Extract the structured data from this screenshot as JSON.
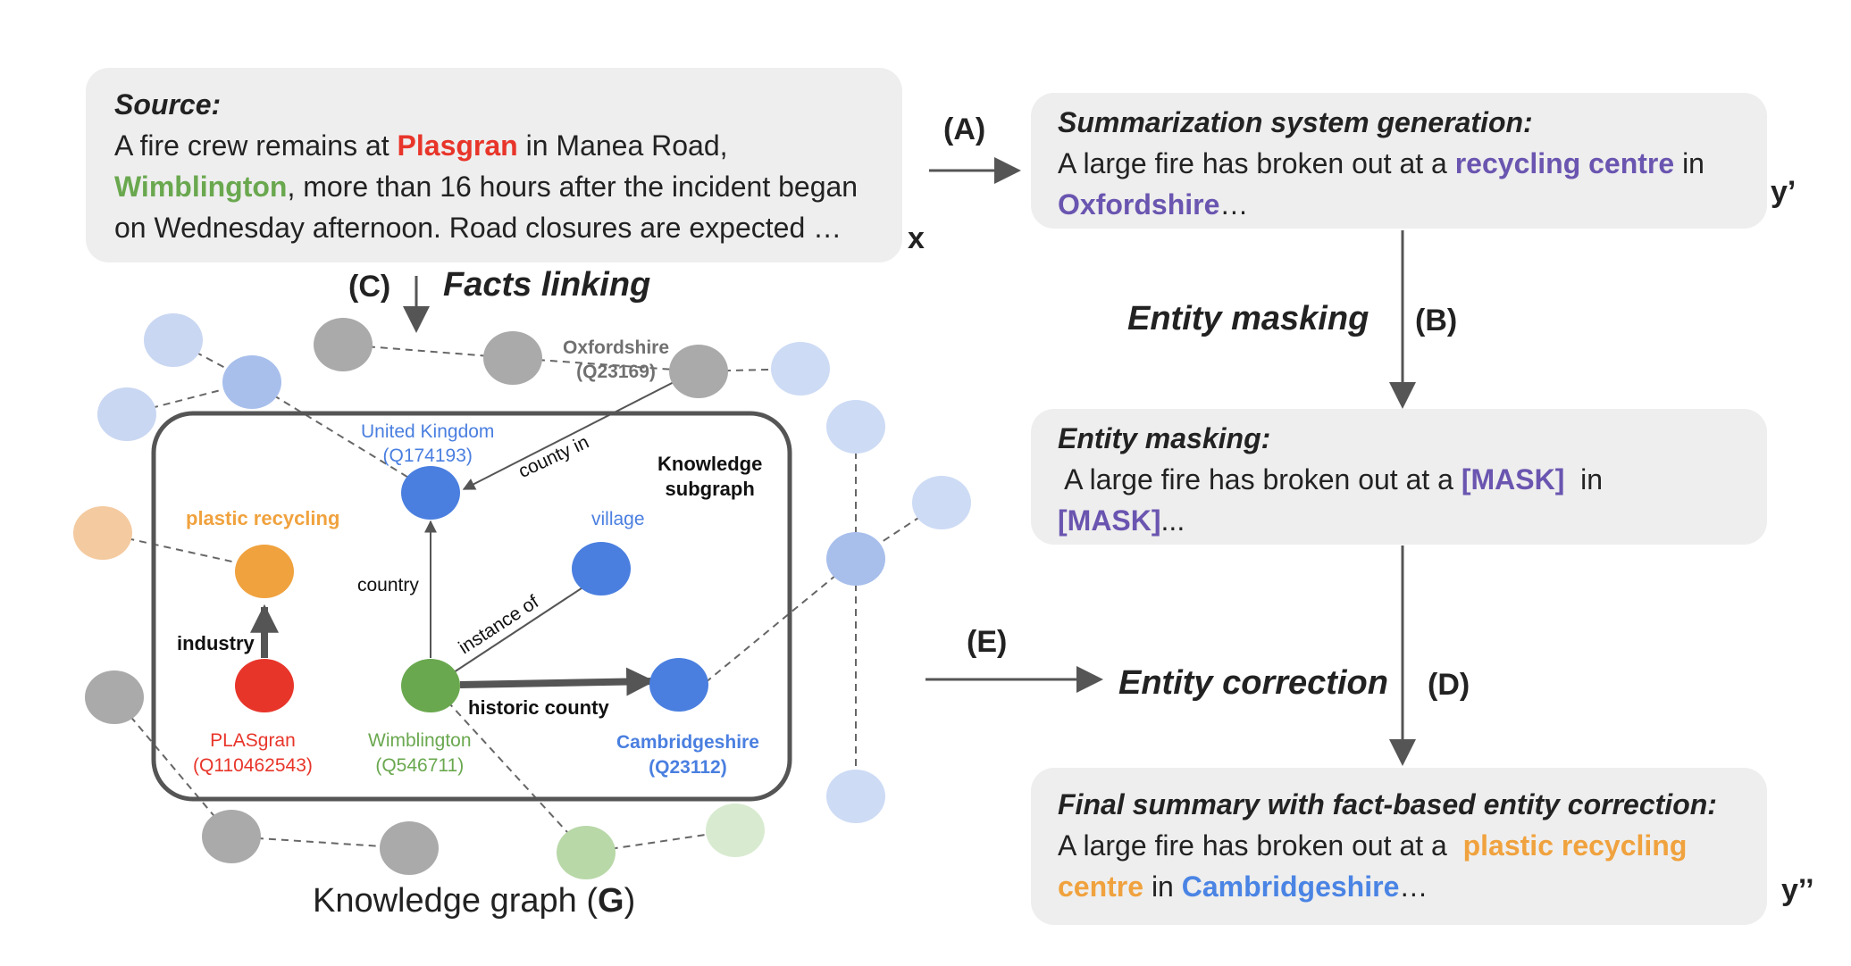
{
  "source": {
    "heading": "Source:",
    "pre1": "A fire crew remains at ",
    "ent1": "Plasgran",
    "post1": " in Manea Road,",
    "ent2": "Wimblington",
    "post2": ", more than 16 hours after the incident began",
    "line3": "on Wednesday afternoon. Road closures are expected …",
    "var": "x"
  },
  "generation": {
    "heading": "Summarization system generation:",
    "pre": "A large fire has broken out at a ",
    "ent1": "recycling centre",
    "mid": " in",
    "ent2": "Oxfordshire",
    "post": "…",
    "var": "y’"
  },
  "masking": {
    "heading": "Entity masking:",
    "pre": " A large fire has broken out at a ",
    "mask1": "[MASK]",
    "mid": "  in",
    "mask2": "[MASK]",
    "post": "..."
  },
  "final": {
    "heading": "Final summary with fact-based entity correction:",
    "pre": "A large fire has broken out at a  ",
    "ent1a": "plastic recycling",
    "ent1b": "centre",
    "mid": " in ",
    "ent2": "Cambridgeshire",
    "post": "…",
    "var": "y’’"
  },
  "steps": {
    "a": "(A)",
    "b": "(B)",
    "c": "(C)",
    "d": "(D)",
    "e": "(E)",
    "facts_linking": "Facts linking",
    "entity_masking": "Entity masking",
    "entity_correction": "Entity correction"
  },
  "graph": {
    "caption_pre": "Knowledge graph (",
    "caption_bold": "G",
    "caption_post": ")",
    "subgraph_line1": "Knowledge",
    "subgraph_line2": "subgraph",
    "nodes": {
      "oxfordshire": "Oxfordshire",
      "oxfordshire_id": "(Q23169)",
      "uk": "United Kingdom",
      "uk_id": "(Q174193)",
      "plastic": "plastic recycling",
      "village": "village",
      "plasgran": "PLASgran",
      "plasgran_id": "(Q110462543)",
      "wimblington": "Wimblington",
      "wimblington_id": "(Q546711)",
      "cambridgeshire": "Cambridgeshire",
      "cambridgeshire_id": "(Q23112)"
    },
    "edges": {
      "county_in": "county in",
      "country": "country",
      "instance_of": "instance of",
      "industry": "industry",
      "historic_county": "historic county"
    }
  },
  "colors": {
    "entity_red": "#e8352a",
    "entity_green": "#6aa84f",
    "entity_purple": "#6a55b0",
    "entity_orange": "#f0a23e",
    "entity_blue": "#4a84e4",
    "node_gray": "#aaaaaa",
    "box_fill": "#eeeeee"
  }
}
